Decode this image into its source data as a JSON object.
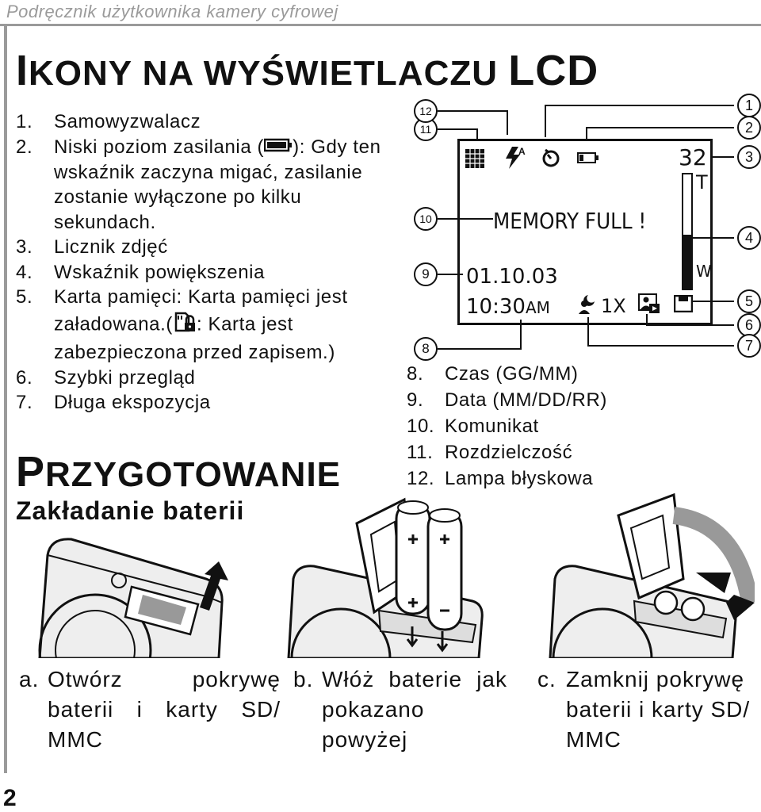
{
  "header": "Podręcznik użytkownika kamery cyfrowej",
  "page_number": "2",
  "section1": {
    "title_initial": "I",
    "title_rest": "KONY NA WYŚWIETLACZU ",
    "title_tail": "LCD"
  },
  "items_left": [
    {
      "n": "1.",
      "t": "Samowyzwalacz"
    },
    {
      "n": "2.",
      "t_before": "Niski poziom zasilania (",
      "t_after": "): Gdy ten wskaźnik zaczyna migać, zasilanie zostanie wyłączone po kilku sekundach."
    },
    {
      "n": "3.",
      "t": "Licznik zdjęć"
    },
    {
      "n": "4.",
      "t": "Wskaźnik powiększenia"
    },
    {
      "n": "5.",
      "t_before": "Karta pamięci: Karta pamięci jest załadowana.(",
      "t_after": ": Karta jest zabezpieczona przed zapisem.)"
    },
    {
      "n": "6.",
      "t": "Szybki przegląd"
    },
    {
      "n": "7.",
      "t": "Długa ekspozycja"
    }
  ],
  "items_right": [
    {
      "n": "8.",
      "t": "Czas (GG/MM)"
    },
    {
      "n": "9.",
      "t": "Data (MM/DD/RR)"
    },
    {
      "n": "10.",
      "t": "Komunikat"
    },
    {
      "n": "11.",
      "t": "Rozdzielczość"
    },
    {
      "n": "12.",
      "t": "Lampa błyskowa"
    }
  ],
  "lcd": {
    "counter": "32",
    "zoom_t": "T",
    "zoom_w": "W",
    "message": "MEMORY FULL !",
    "date": "01.10.03",
    "time": "10:30",
    "ampm": "AM",
    "zoom_factor": "1X",
    "flash_letter": "A"
  },
  "callouts": [
    "1",
    "2",
    "3",
    "4",
    "5",
    "6",
    "7",
    "8",
    "9",
    "10",
    "11",
    "12"
  ],
  "section2": {
    "title_initial": "P",
    "title_rest": "RZYGOTOWANIE"
  },
  "subsection": "Zakładanie baterii",
  "captions": [
    {
      "n": "a.",
      "t": "Otwórz pokrywę baterii i karty SD/ MMC"
    },
    {
      "n": "b.",
      "t": "Włóż baterie jak pokazano powyżej"
    },
    {
      "n": "c.",
      "t": "Zamknij pokrywę baterii i karty SD/ MMC"
    }
  ]
}
